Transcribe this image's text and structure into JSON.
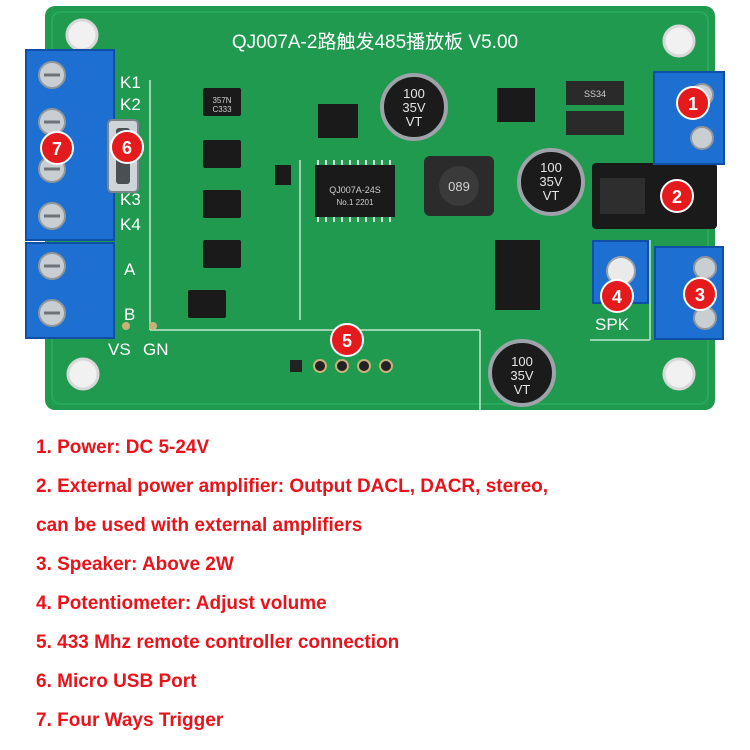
{
  "board": {
    "title": "QJ007A-2路触发485播放板 V5.00",
    "labels": {
      "k1": "K1",
      "k2": "K2",
      "k3": "K3",
      "k4": "K4",
      "a": "A",
      "b": "B",
      "vs": "VS",
      "gn": "GN",
      "spk": "SPK"
    },
    "chips": {
      "main_ic": "QJ007A-24S",
      "main_ic_sub": "No.1 2201",
      "inductor": "089",
      "optocoupler": "357N",
      "optocoupler_sub": "C333",
      "diode": "SS34"
    },
    "capacitors": [
      {
        "line1": "100",
        "line2": "35V",
        "line3": "VT"
      },
      {
        "line1": "100",
        "line2": "35V",
        "line3": "VT"
      },
      {
        "line1": "100",
        "line2": "35V",
        "line3": "VT"
      }
    ],
    "markers": [
      "1",
      "2",
      "3",
      "4",
      "5",
      "6",
      "7"
    ],
    "colors": {
      "pcb": "#1f9a4f",
      "terminal": "#1d6fd1",
      "marker": "#e41a1c",
      "legend_text": "#e8141b"
    }
  },
  "legend": [
    "1. Power: DC 5-24V",
    "2. External power amplifier: Output DACL, DACR, stereo,",
    "can be used with external amplifiers",
    "3. Speaker: Above 2W",
    "4. Potentiometer: Adjust volume",
    "5. 433 Mhz remote controller connection",
    "6. Micro USB Port",
    "7. Four Ways Trigger"
  ]
}
